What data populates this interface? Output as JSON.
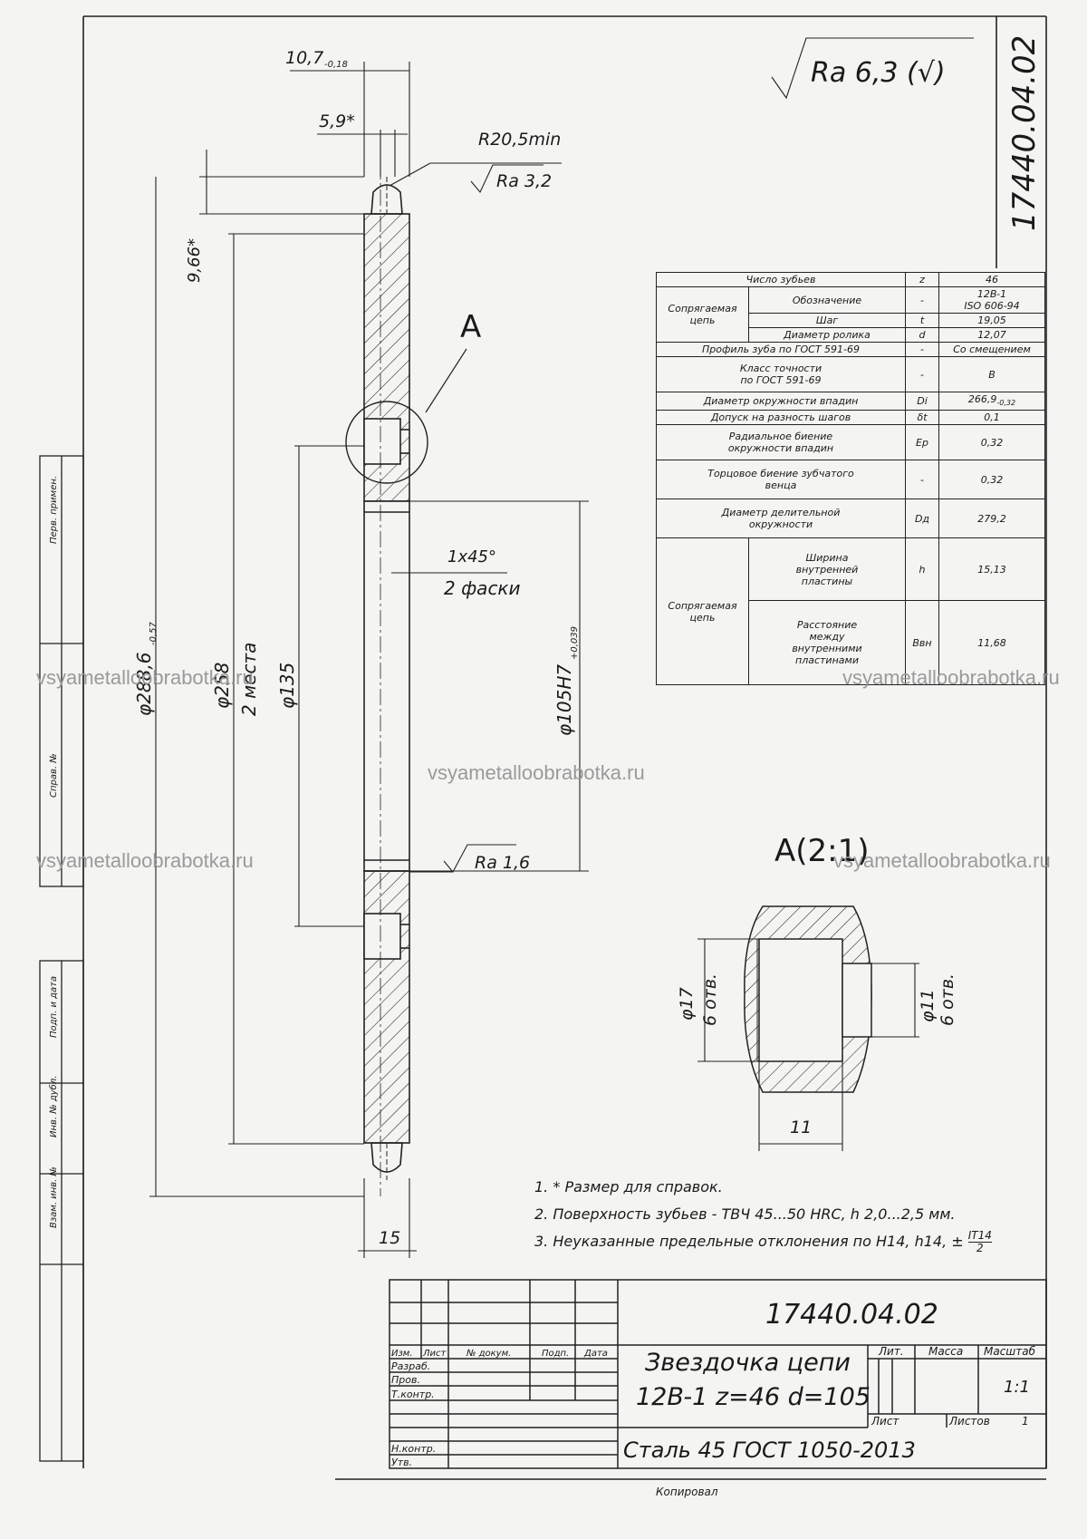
{
  "drawing_number": "17440.04.02",
  "surface_roughness_general": "Ra 6,3 (√)",
  "dimensions": {
    "width_top": "10,7",
    "width_top_tol": "-0,18",
    "width_mid": "5,9*",
    "radius": "R20,5min",
    "ra_tooth": "Ra 3,2",
    "tooth_height": "9,66*",
    "outer_diameter": "φ288,6",
    "outer_diameter_tol": "-0,57",
    "hole_circle": "φ258",
    "hole_circle_note": "2 места",
    "hub_diameter": "φ135",
    "bore": "φ105H7",
    "bore_tol": "+0,039",
    "chamfer": "1x45°",
    "chamfer_note": "2 фаски",
    "ra_bore": "Ra 1,6",
    "thickness": "15"
  },
  "view_label": "A",
  "detail_label": "A(2:1)",
  "detail_dims": {
    "d17": "φ17",
    "d17_note": "6 отв.",
    "d11": "φ11",
    "d11_note": "6 отв.",
    "width": "11"
  },
  "param_table": {
    "teeth_label": "Число зубьев",
    "teeth_sym": "z",
    "teeth_val": "46",
    "chain_label": "Сопрягаемая цепь",
    "designation_label": "Обозначение",
    "designation_sym": "-",
    "designation_val1": "12B-1",
    "designation_val2": "ISO 606-94",
    "pitch_label": "Шаг",
    "pitch_sym": "t",
    "pitch_val": "19,05",
    "roller_label": "Диаметр ролика",
    "roller_sym": "d",
    "roller_val": "12,07",
    "profile_label": "Профиль зуба по ГОСТ 591-69",
    "profile_sym": "-",
    "profile_val": "Со смещением",
    "accuracy_label1": "Класс точности",
    "accuracy_label2": "по ГОСТ 591-69",
    "accuracy_sym": "-",
    "accuracy_val": "B",
    "tip_label": "Диаметр окружности впадин",
    "tip_sym": "Di",
    "tip_val": "266,9",
    "tip_tol": "-0,32",
    "pitch_tol_label": "Допуск на разность шагов",
    "pitch_tol_sym": "δt",
    "pitch_tol_val": "0,1",
    "radial_label1": "Радиальное биение",
    "radial_label2": "окружности впадин",
    "radial_sym": "Ep",
    "radial_val": "0,32",
    "axial_label1": "Торцовое биение зубчатого",
    "axial_label2": "венца",
    "axial_sym": "-",
    "axial_val": "0,32",
    "pd_label1": "Диаметр делительной",
    "pd_label2": "окружности",
    "pd_sym": "Dд",
    "pd_val": "279,2",
    "chain2_label": "Сопрягаемая цепь",
    "inner_w_label": [
      "Ширина",
      "внутренней",
      "пластины"
    ],
    "inner_w_sym": "h",
    "inner_w_val": "15,13",
    "inner_d_label": [
      "Расстояние",
      "между",
      "внутренними",
      "пластинами"
    ],
    "inner_d_sym": "Bвн",
    "inner_d_val": "11,68"
  },
  "notes": [
    "1. * Размер для справок.",
    "2. Поверхность зубьев - ТВЧ 45...50 HRC, h 2,0...2,5 мм.",
    "3. Неуказанные предельные отклонения по H14, h14, ±",
    "IT14",
    "2"
  ],
  "title_block": {
    "number": "17440.04.02",
    "name1": "Звездочка цепи",
    "name2": "12B-1 z=46 d=105",
    "material": "Сталь 45 ГОСТ 1050-2013",
    "lit": "Лит.",
    "mass": "Масса",
    "scale": "Масштаб",
    "scale_val": "1:1",
    "sheet": "Лист",
    "sheets": "Листов",
    "sheets_val": "1",
    "izm": "Изм.",
    "list": "Лист",
    "ndoc": "№ докум.",
    "podp": "Подп.",
    "data": "Дата",
    "razrab": "Разраб.",
    "prov": "Пров.",
    "tkontr": "Т.контр.",
    "nkontr": "Н.контр.",
    "utv": "Утв.",
    "copied": "Копировал"
  },
  "side_strip": [
    "Перв. примен.",
    "Справ. №",
    "Подп. и дата",
    "Инв. № дубл.",
    "Взам. инв. №"
  ],
  "watermark": "vsyametalloobrabotka.ru"
}
